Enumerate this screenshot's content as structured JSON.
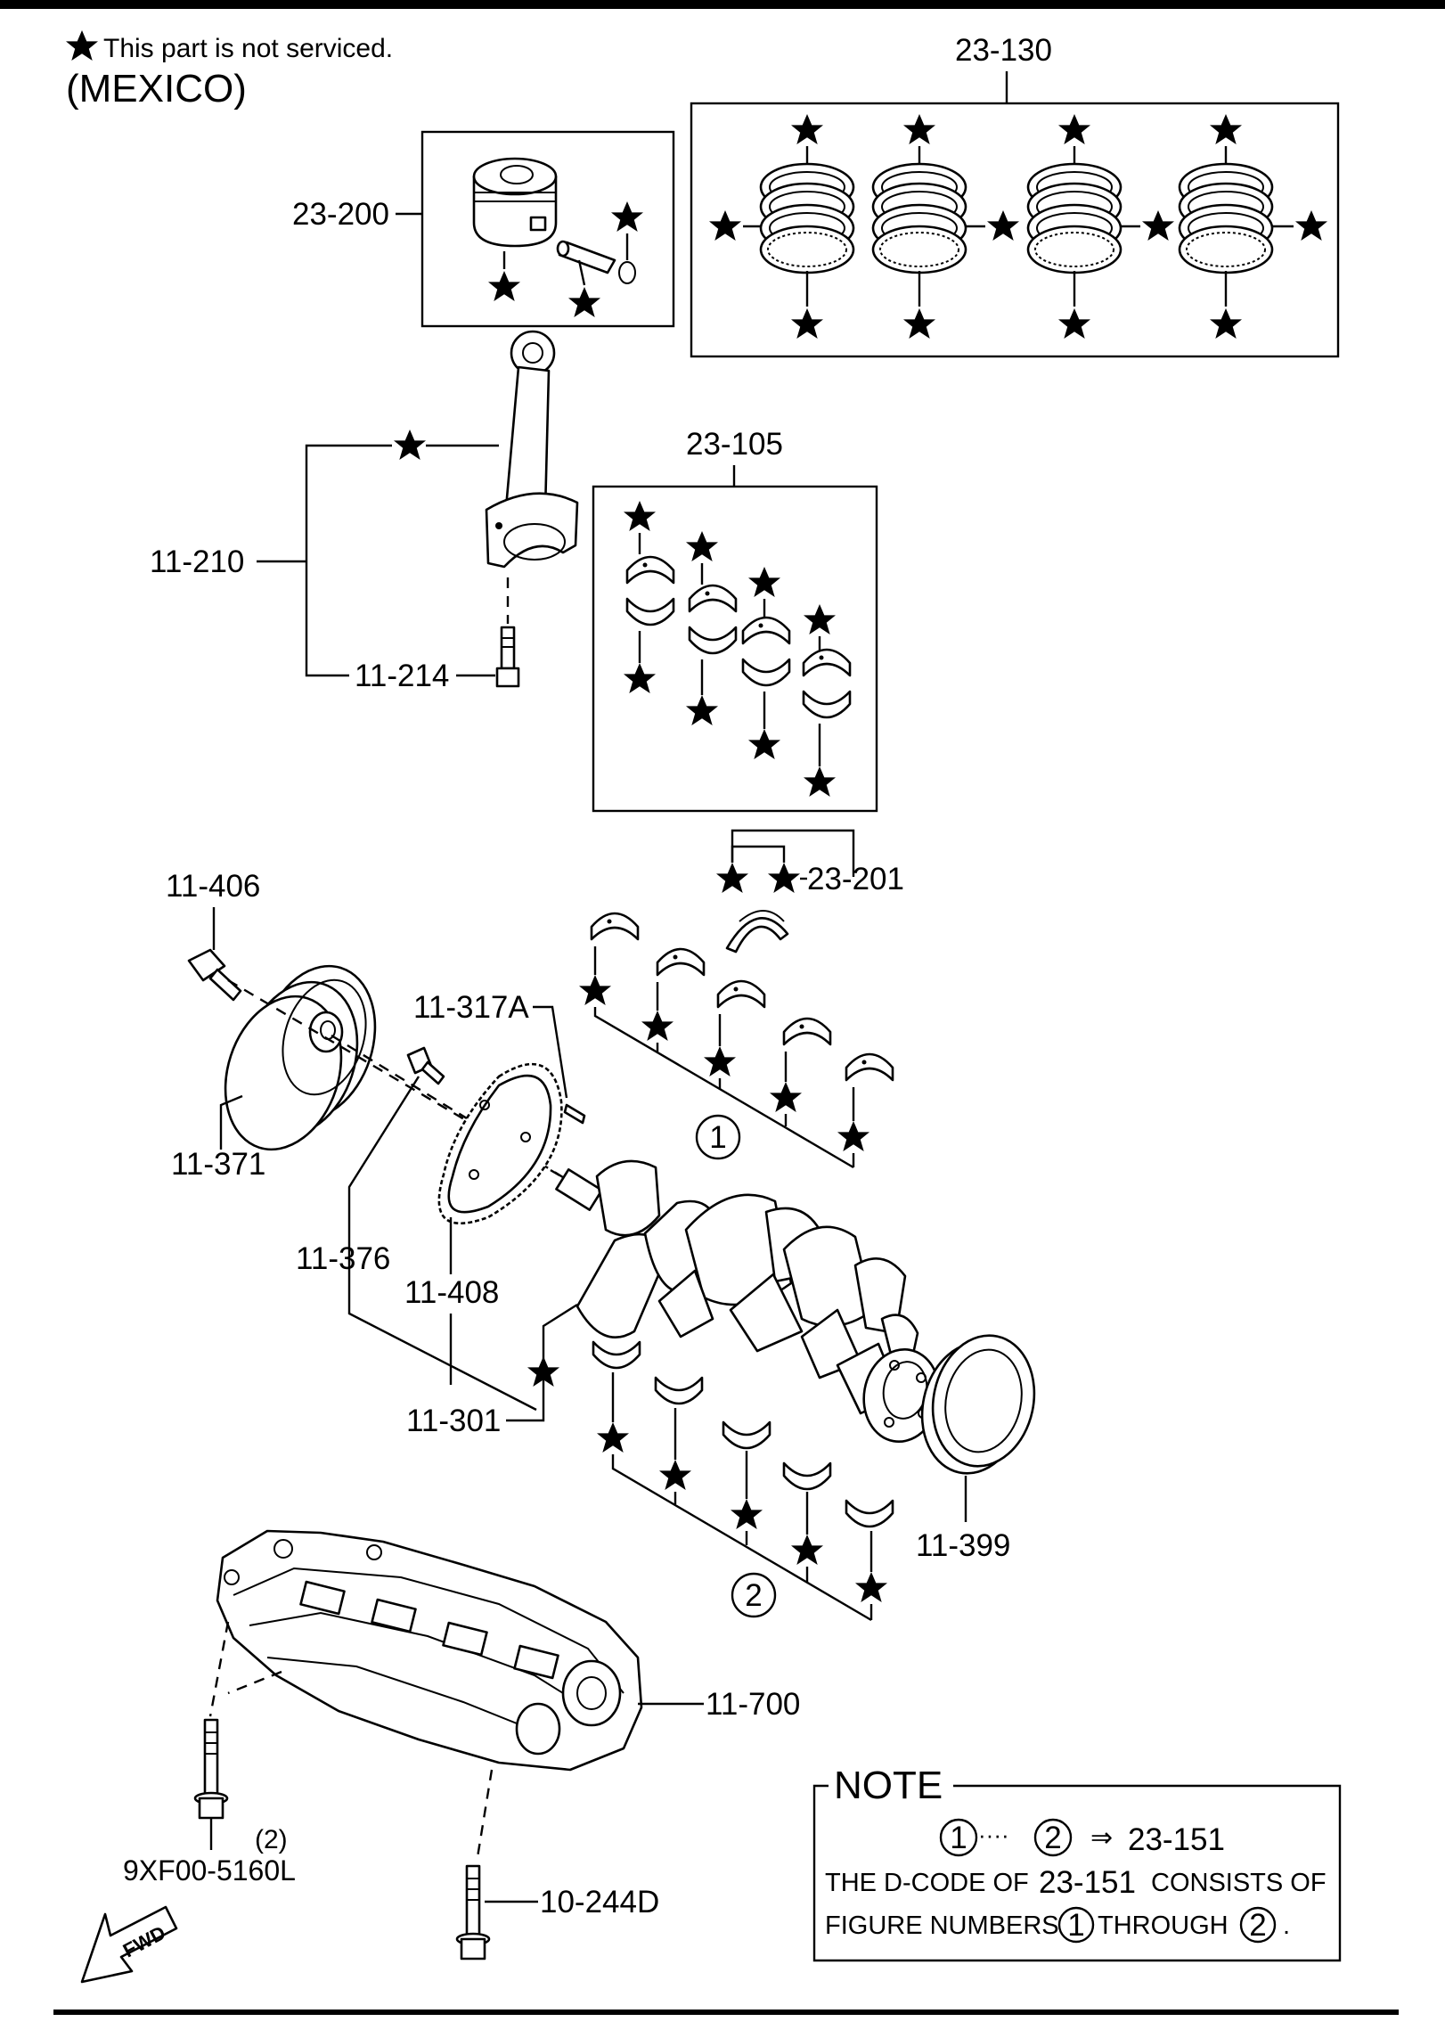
{
  "legend": {
    "star_note": "This part is not serviced.",
    "region": "(MEXICO)"
  },
  "callouts": {
    "c23_130": "23-130",
    "c23_200": "23-200",
    "c23_105": "23-105",
    "c11_210": "11-210",
    "c11_214": "11-214",
    "c23_201": "23-201",
    "c11_406": "11-406",
    "c11_317a": "11-317A",
    "c11_371": "11-371",
    "c11_376": "11-376",
    "c11_408": "11-408",
    "c11_301": "11-301",
    "c11_399": "11-399",
    "c11_700": "11-700",
    "c9xf00": "9XF00-5160L",
    "c9xf00_qty": "(2)",
    "c10_244d": "10-244D",
    "fig1": "1",
    "fig2": "2"
  },
  "note": {
    "title": "NOTE",
    "range_from": "1",
    "range_sep": "····",
    "range_to": "2",
    "arrow": "⇒",
    "target": "23-151",
    "line2_a": "THE D-CODE OF",
    "line2_code": "23-151",
    "line2_b": "CONSISTS OF",
    "line3_a": "FIGURE NUMBERS",
    "line3_n1": "1",
    "line3_b": "THROUGH",
    "line3_n2": "2",
    "line3_end": "."
  },
  "direction": {
    "label": "FWD"
  },
  "icons": {
    "star": "star-icon",
    "fwd_arrow": "fwd-arrow-icon"
  }
}
